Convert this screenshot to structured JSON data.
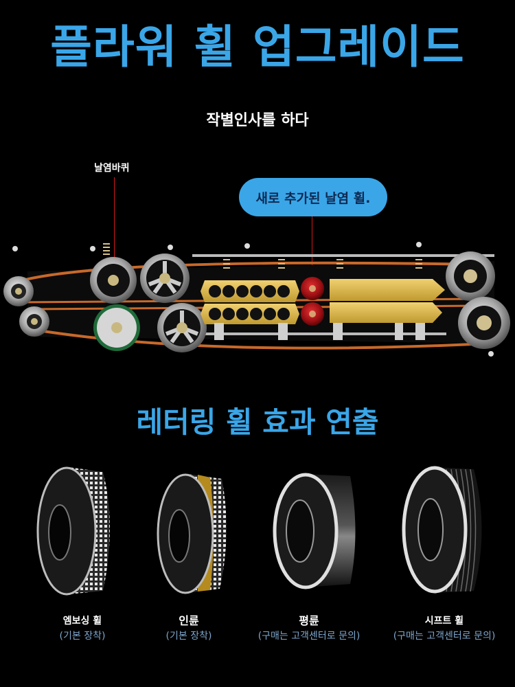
{
  "header": {
    "title": "플라워 휠 업그레이드",
    "subtitle": "작별인사를 하다"
  },
  "diagram": {
    "left_label": "날염바퀴",
    "callout": "새로 추가된 날염 휠.",
    "colors": {
      "accent_blue": "#3aa6e8",
      "callout_text": "#0d2a52",
      "pointer_red": "#d21a1a",
      "brass": "#d9b44a",
      "red_wheel": "#b0141a",
      "belt": "#c8692a"
    }
  },
  "section": {
    "title": "레터링 휠 효과 연출"
  },
  "wheels": [
    {
      "name": "엠보싱 휠",
      "note": "(기본 장착)",
      "type": "embossing"
    },
    {
      "name": "인륜",
      "note": "(기본 장착)",
      "type": "lettering"
    },
    {
      "name": "평륜",
      "note": "(구매는 고객센터로 문의)",
      "type": "flat"
    },
    {
      "name": "시프트 휠",
      "note": "(구매는 고객센터로 문의)",
      "type": "grooved"
    }
  ]
}
